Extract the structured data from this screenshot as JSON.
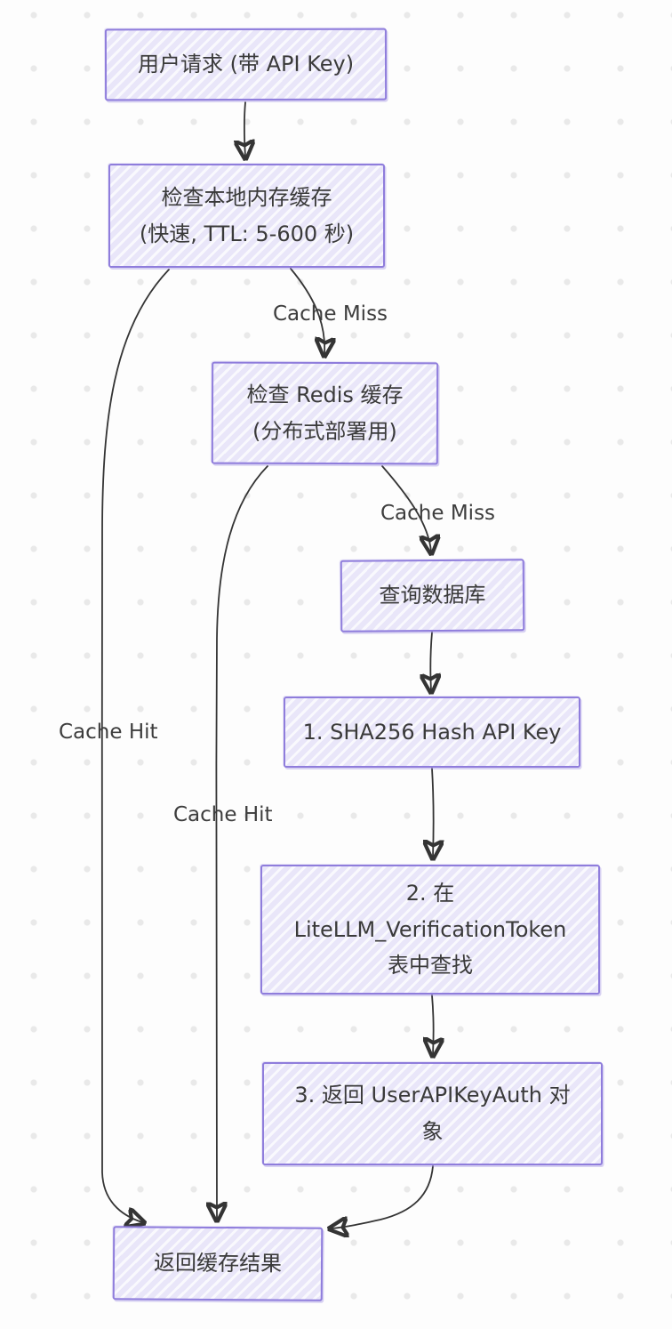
{
  "diagram": {
    "type": "flowchart",
    "direction": "top-down",
    "nodes": [
      {
        "id": "user_request",
        "label": "用户请求 (带 API Key)"
      },
      {
        "id": "check_local_cache",
        "label": "检查本地内存缓存\n(快速, TTL: 5-600 秒)"
      },
      {
        "id": "check_redis_cache",
        "label": "检查 Redis 缓存\n(分布式部署用)"
      },
      {
        "id": "query_database",
        "label": "查询数据库"
      },
      {
        "id": "sha256_hash",
        "label": "1. SHA256 Hash API Key"
      },
      {
        "id": "token_lookup",
        "label": "2. 在\nLiteLLM_VerificationToken\n表中查找"
      },
      {
        "id": "return_auth",
        "label": "3. 返回 UserAPIKeyAuth 对\n象"
      },
      {
        "id": "return_cached",
        "label": "返回缓存结果"
      }
    ],
    "edges": [
      {
        "from": "user_request",
        "to": "check_local_cache",
        "label": ""
      },
      {
        "from": "check_local_cache",
        "to": "check_redis_cache",
        "label": "Cache Miss"
      },
      {
        "from": "check_local_cache",
        "to": "return_cached",
        "label": "Cache Hit"
      },
      {
        "from": "check_redis_cache",
        "to": "query_database",
        "label": "Cache Miss"
      },
      {
        "from": "check_redis_cache",
        "to": "return_cached",
        "label": "Cache Hit"
      },
      {
        "from": "query_database",
        "to": "sha256_hash",
        "label": ""
      },
      {
        "from": "sha256_hash",
        "to": "token_lookup",
        "label": ""
      },
      {
        "from": "token_lookup",
        "to": "return_auth",
        "label": ""
      },
      {
        "from": "return_auth",
        "to": "return_cached",
        "label": ""
      }
    ],
    "colors": {
      "node_fill": "#e9e6f9",
      "node_border": "#8f7ddc",
      "edge_stroke": "#343434",
      "node_text": "#3a3a3a",
      "edge_label_text": "#3d3d3d",
      "background": "#fdfdfd",
      "grid_dot": "#e9e9e9"
    }
  }
}
